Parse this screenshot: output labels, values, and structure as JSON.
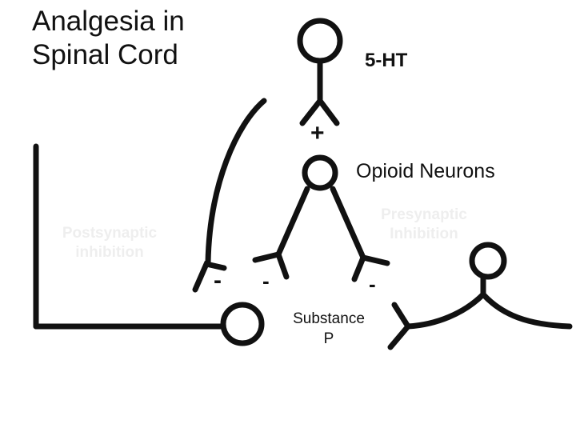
{
  "title": {
    "line1": "Analgesia in",
    "line2": "Spinal Cord"
  },
  "labels": {
    "serotonin": "5-HT",
    "opioid": "Opioid Neurons",
    "substance_p_line1": "Substance",
    "substance_p_line2": "P",
    "postsynaptic_line1": "Postsynaptic",
    "postsynaptic_line2": "inhibition",
    "presynaptic_line1": "Presynaptic",
    "presynaptic_line2": "Inhibition"
  },
  "signs": {
    "excitatory": "+",
    "inhibitory": "-"
  },
  "colors": {
    "ink": "#111111",
    "faint_label": "#eeeeee",
    "background": "#ffffff"
  }
}
